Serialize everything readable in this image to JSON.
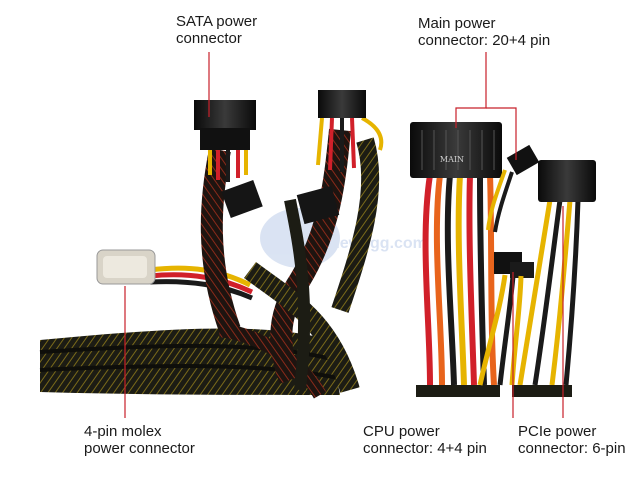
{
  "labels": {
    "sata": [
      "SATA power",
      "connector"
    ],
    "main": [
      "Main power",
      "connector: 20+4 pin"
    ],
    "molex": [
      "4-pin molex",
      "power connector"
    ],
    "cpu": [
      "CPU power",
      "connector: 4+4 pin"
    ],
    "pcie": [
      "PCIe power",
      "connector: 6-pin"
    ]
  },
  "connector_marking": "MAIN",
  "watermark": "newegg.com",
  "colors": {
    "leader": "#c8202a",
    "wire_red": "#d1202a",
    "wire_yellow": "#e6b400",
    "wire_orange": "#e8641c",
    "sleeve": "#1c1c14",
    "sleeve_mesh": "#7a6a1a"
  }
}
